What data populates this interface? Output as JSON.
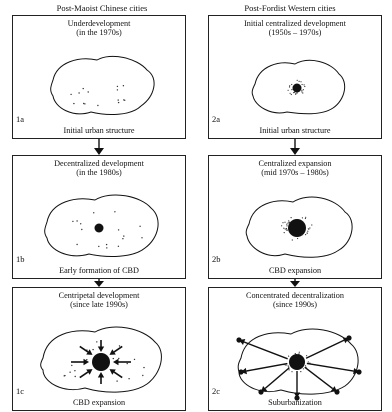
{
  "columns": {
    "left": "Post-Maoist Chinese cities",
    "right": "Post-Fordist Western cities"
  },
  "panels": [
    {
      "id": "1a",
      "title": "Underdevelopment",
      "period": "(in the 1970s)",
      "caption": "Initial urban structure"
    },
    {
      "id": "1b",
      "title": "Decentralized development",
      "period": "(in the 1980s)",
      "caption": "Early formation of CBD"
    },
    {
      "id": "1c",
      "title": "Centripetal development",
      "period": "(since late 1990s)",
      "caption": "CBD expansion"
    },
    {
      "id": "2a",
      "title": "Initial centralized development",
      "period": "(1950s – 1970s)",
      "caption": "Initial urban structure"
    },
    {
      "id": "2b",
      "title": "Centralized expansion",
      "period": "(mid 1970s – 1980s)",
      "caption": "CBD expansion"
    },
    {
      "id": "2c",
      "title": "Concentrated decentralization",
      "period": "(since 1990s)",
      "caption": "Suburbanization"
    }
  ],
  "colors": {
    "ink": "#111111",
    "border": "#222222"
  }
}
